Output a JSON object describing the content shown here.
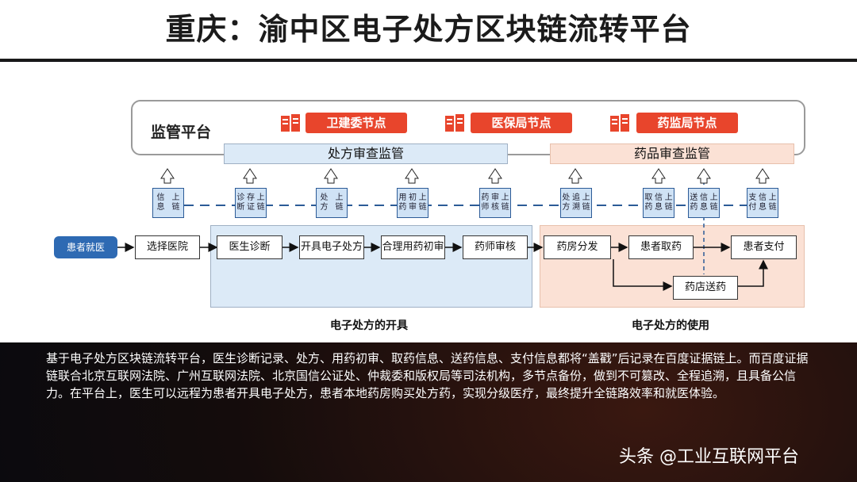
{
  "title": "重庆：渝中区电子处方区块链流转平台",
  "supervision": {
    "label": "监管平台",
    "nodes": [
      "卫建委节点",
      "医保局节点",
      "药监局节点"
    ],
    "bands": [
      "处方审查监管",
      "药品审查监管"
    ]
  },
  "chain_records": [
    [
      "信息",
      "上链"
    ],
    [
      "诊断",
      "存证",
      "上链"
    ],
    [
      "处方",
      "上链"
    ],
    [
      "用药",
      "初审",
      "上链"
    ],
    [
      "药师",
      "审核",
      "上链"
    ],
    [
      "处方",
      "追溯",
      "上链"
    ],
    [
      "取药",
      "信息",
      "上链"
    ],
    [
      "送药",
      "信息",
      "上链"
    ],
    [
      "支付",
      "信息",
      "上链"
    ]
  ],
  "process": {
    "start": "患者就医",
    "steps": [
      "选择医院",
      "医生诊断",
      "开具电子处方",
      "合理用药初审",
      "药师审核",
      "药房分发",
      "患者取药",
      "患者支付",
      "药店送药"
    ]
  },
  "captions": [
    "电子处方的开具",
    "电子处方的使用"
  ],
  "description": "基于电子处方区块链流转平台，医生诊断记录、处方、用药初审、取药信息、送药信息、支付信息都将“盖戳”后记录在百度证据链上。而百度证据链联合北京互联网法院、广州互联网法院、北京国信公证处、仲裁委和版权局等司法机构，多节点备份，做到不可篡改、全程追溯，且具备公信力。在平台上，医生可以远程为患者开具电子处方，患者本地药房购买处方药，实现分级医疗，最终提升全链路效率和就医体验。",
  "watermark": "头条 @工业互联网平台",
  "colors": {
    "accent_red": "#e8452c",
    "chain_blue": "#2c5b97",
    "band_blue": "#dceaf7",
    "band_peach": "#fbe1d5"
  }
}
